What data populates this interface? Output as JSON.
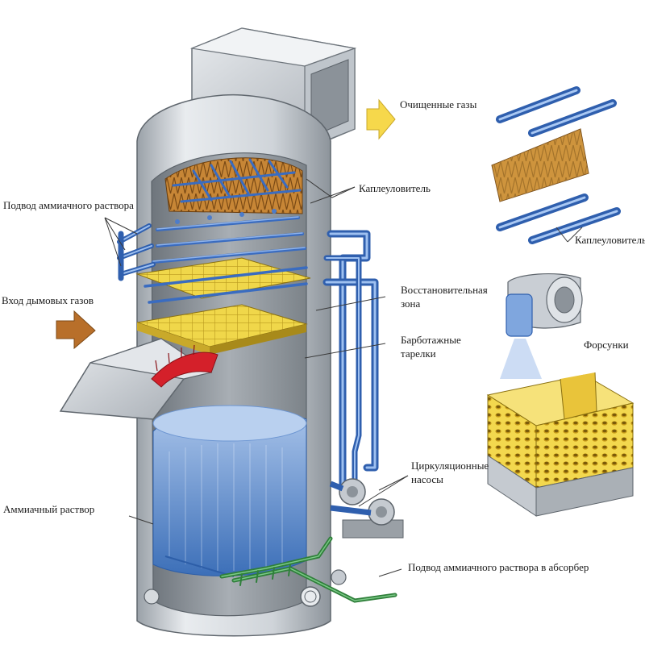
{
  "labels": {
    "clean_gases": "Очищенные  газы",
    "droplet_catcher": "Каплеуловитель",
    "droplet_catcher_right": "Каплеуловитель",
    "ammonia_supply": "Подвод аммиачного раствора",
    "flue_gas_inlet": "Вход дымовых газов",
    "reduction_zone_line1": "Восстановительная",
    "reduction_zone_line2": "зона",
    "bubble_trays_line1": "Барботажные",
    "bubble_trays_line2": "тарелки",
    "nozzles": "Форсунки",
    "circ_pumps_line1": "Циркуляционные",
    "circ_pumps_line2": "насосы",
    "ammonia_solution": "Аммиачный раствор",
    "ammonia_to_absorber": "Подвод аммиачного раствора в абсорбер"
  },
  "colors": {
    "tower_shell": "#c9ced4",
    "tower_interior": "#8f969e",
    "liquid": "#5f8fd0",
    "pipes_blue": "#4d7cc9",
    "pipes_green": "#3f9b4a",
    "trays_yellow": "#f0d74a",
    "catcher_brown": "#b8782e",
    "arrow_yellow": "#f6d84b",
    "arrow_brown": "#b86f2a",
    "red_element": "#d4202a"
  }
}
